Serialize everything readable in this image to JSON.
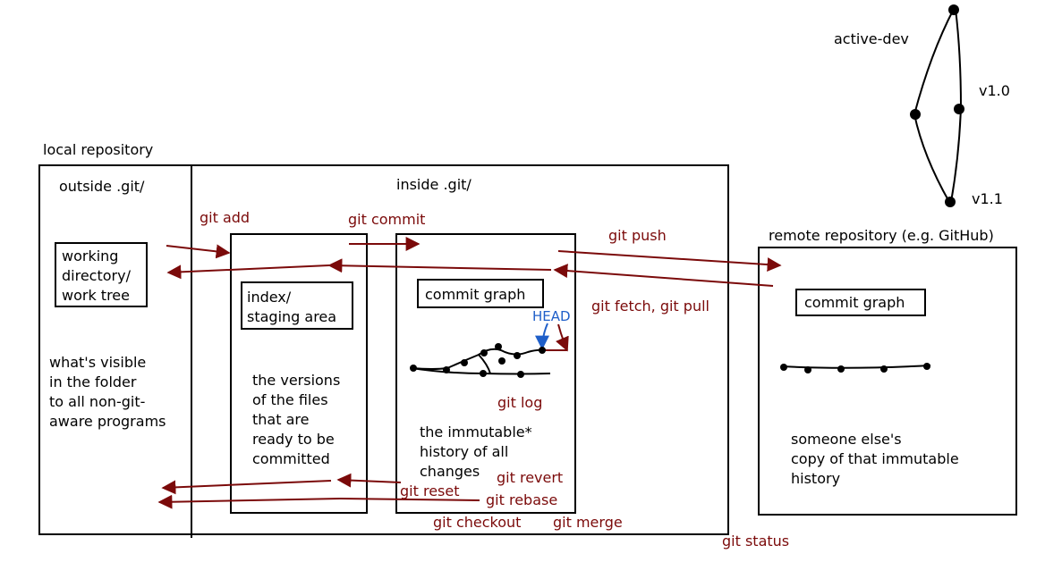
{
  "labels": {
    "local_repository": "local repository",
    "outside_git": "outside .git/",
    "inside_git": "inside .git/",
    "working_directory": [
      "working",
      "directory/",
      "work tree"
    ],
    "index": [
      "index/",
      "staging area"
    ],
    "commit_graph_local": "commit graph",
    "head": "HEAD",
    "remote_repository": "remote repository (e.g. GitHub)",
    "commit_graph_remote": "commit graph",
    "visible_text": [
      "what's visible",
      "in the folder",
      "to all non-git-",
      "aware programs"
    ],
    "versions_text": [
      "the versions",
      "of the files",
      "that are",
      "ready to be",
      "committed"
    ],
    "immutable_text": [
      "the immutable*",
      "history of all",
      "changes"
    ],
    "remote_text": [
      "someone else's",
      "copy of that immutable",
      "history"
    ],
    "branches": {
      "active_dev": "active-dev",
      "v1_0": "v1.0",
      "v1_1": "v1.1"
    }
  },
  "commands": {
    "git_add": "git add",
    "git_commit": "git commit",
    "git_push": "git push",
    "git_fetch_pull": "git fetch, git pull",
    "git_log": "git log",
    "git_revert": "git revert",
    "git_reset": "git reset",
    "git_rebase": "git rebase",
    "git_checkout": "git checkout",
    "git_merge": "git merge",
    "git_status": "git status"
  },
  "colors": {
    "command": "#7b0a0a",
    "head": "#1f5fc9",
    "outline": "#000000"
  }
}
